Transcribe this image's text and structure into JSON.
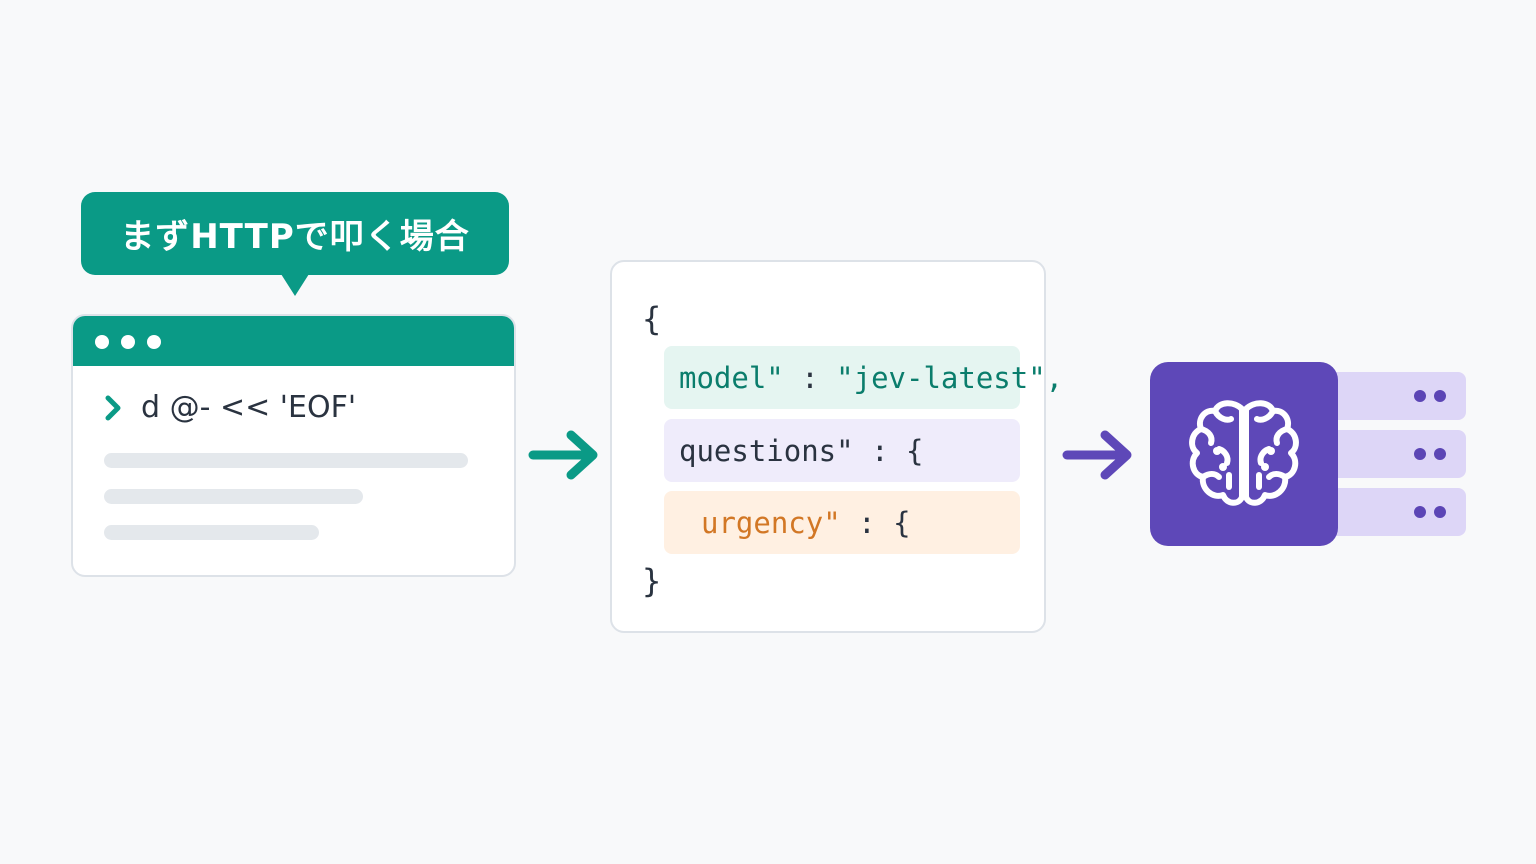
{
  "callout": {
    "text": "まずHTTPで叩く場合"
  },
  "terminal": {
    "command": "d @- << 'EOF'"
  },
  "json_card": {
    "open_brace": "{",
    "close_brace": "}",
    "rows": [
      {
        "key": "model\"",
        "separator": " : ",
        "value": "\"jev-latest\","
      },
      {
        "key": "questions\"",
        "separator": " : ",
        "value": "{"
      },
      {
        "key": "urgency\"",
        "separator": " : ",
        "value": "{"
      }
    ]
  },
  "colors": {
    "background": "#f8f9fa",
    "teal": "#0a9a86",
    "purple": "#5e48b8",
    "light_purple": "#ddd6f7",
    "mint": "#e5f5f1",
    "lavender": "#efecfb",
    "peach": "#fff0e2",
    "orange_text": "#d27725",
    "dark_text": "#2a3340"
  },
  "icons": {
    "prompt": "chevron-right-icon",
    "arrow1": "arrow-right-icon",
    "arrow2": "arrow-right-icon",
    "brain": "brain-icon",
    "server": "server-icon"
  }
}
